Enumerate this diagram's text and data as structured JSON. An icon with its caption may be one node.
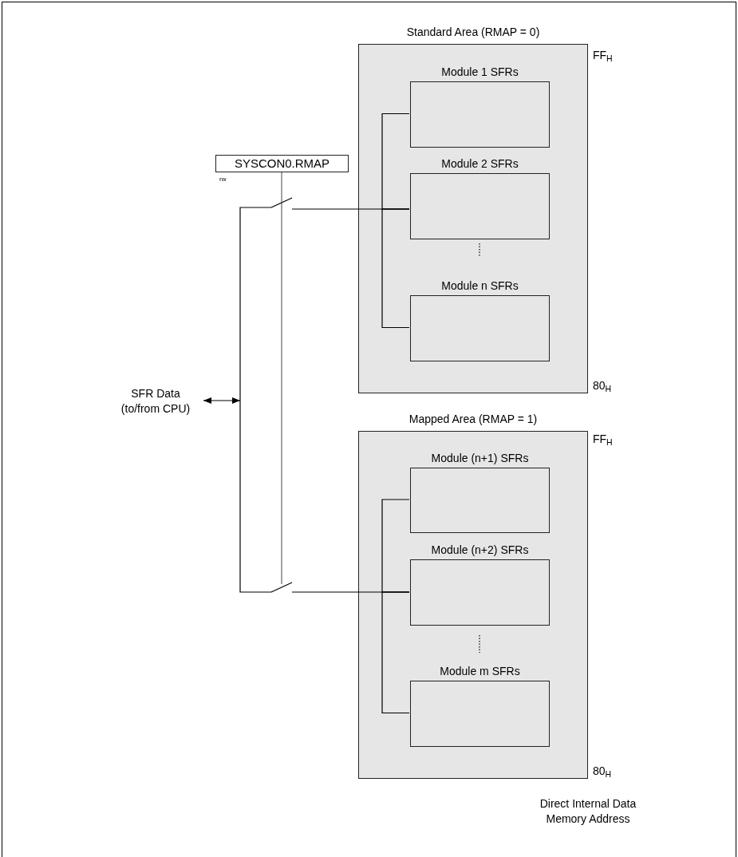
{
  "diagram": {
    "nodes": [
      {
        "text": [
          "Standard Area (RMAP = 0)"
        ]
      },
      {
        "text": [
          "Module 1 SFRs"
        ],
        "in": 0
      },
      {
        "text": [
          "Module 2 SFRs"
        ],
        "in": 0
      },
      {
        "text": [
          "Module n SFRs"
        ],
        "in": 0
      },
      {
        "text": [
          "Mapped Area (RMAP = 1)"
        ]
      },
      {
        "text": [
          "Module (n+1) SFRs"
        ],
        "in": 4
      },
      {
        "text": [
          "Module (n+2) SFRs"
        ],
        "in": 4
      },
      {
        "text": [
          "Module m SFRs"
        ],
        "in": 4
      },
      {
        "text": [
          "SYSCON0.RMAP"
        ],
        "beside": [
          "rw"
        ]
      },
      {
        "text": [
          "SFR Data (to/from CPU)"
        ]
      }
    ],
    "edges": [
      {
        "from": 9,
        "to": null,
        "arrow": "both"
      },
      {
        "from": null,
        "to": 2,
        "arrow": "none"
      },
      {
        "from": 2,
        "to": 1,
        "arrow": "none"
      },
      {
        "from": 2,
        "to": 3,
        "arrow": "none"
      },
      {
        "from": null,
        "to": 6,
        "arrow": "none"
      },
      {
        "from": 6,
        "to": 5,
        "arrow": "none"
      },
      {
        "from": 6,
        "to": 7,
        "arrow": "none"
      }
    ],
    "labels": [
      "FF$_{H}$",
      "80$_{H}$",
      "FF$_{H}$",
      "80$_{H}$",
      "Direct Internal Data Memory Address"
    ]
  }
}
